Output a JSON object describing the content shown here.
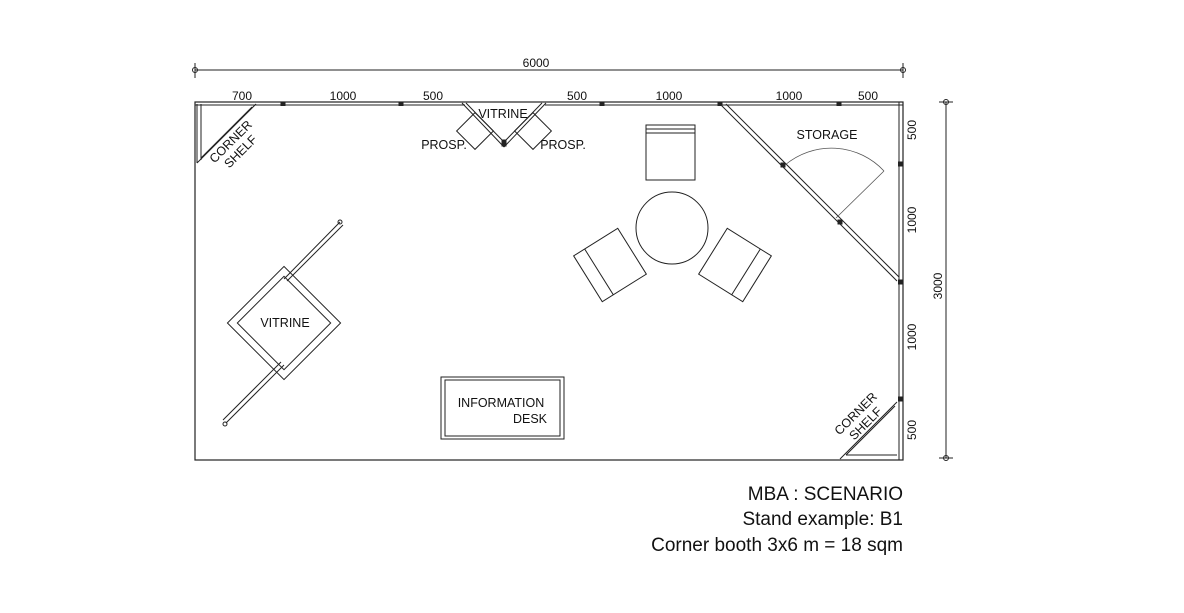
{
  "dimensions": {
    "top_total": "6000",
    "top_segments": [
      "700",
      "1000",
      "500",
      "500",
      "1000",
      "1000",
      "500"
    ],
    "right_total": "3000",
    "right_segments": [
      "500",
      "1000",
      "1000",
      "500"
    ]
  },
  "labels": {
    "corner_shelf_top_line1": "CORNER",
    "corner_shelf_top_line2": "SHELF",
    "vitrine_top": "VITRINE",
    "prosp_left": "PROSP.",
    "prosp_right": "PROSP.",
    "storage": "STORAGE",
    "vitrine_left": "VITRINE",
    "info_desk_line1": "INFORMATION",
    "info_desk_line2": "DESK",
    "corner_shelf_bottom_line1": "CORNER",
    "corner_shelf_bottom_line2": "SHELF"
  },
  "caption": {
    "line1": "MBA : SCENARIO",
    "line2": "Stand example: B1",
    "line3": "Corner booth 3x6 m = 18 sqm"
  }
}
